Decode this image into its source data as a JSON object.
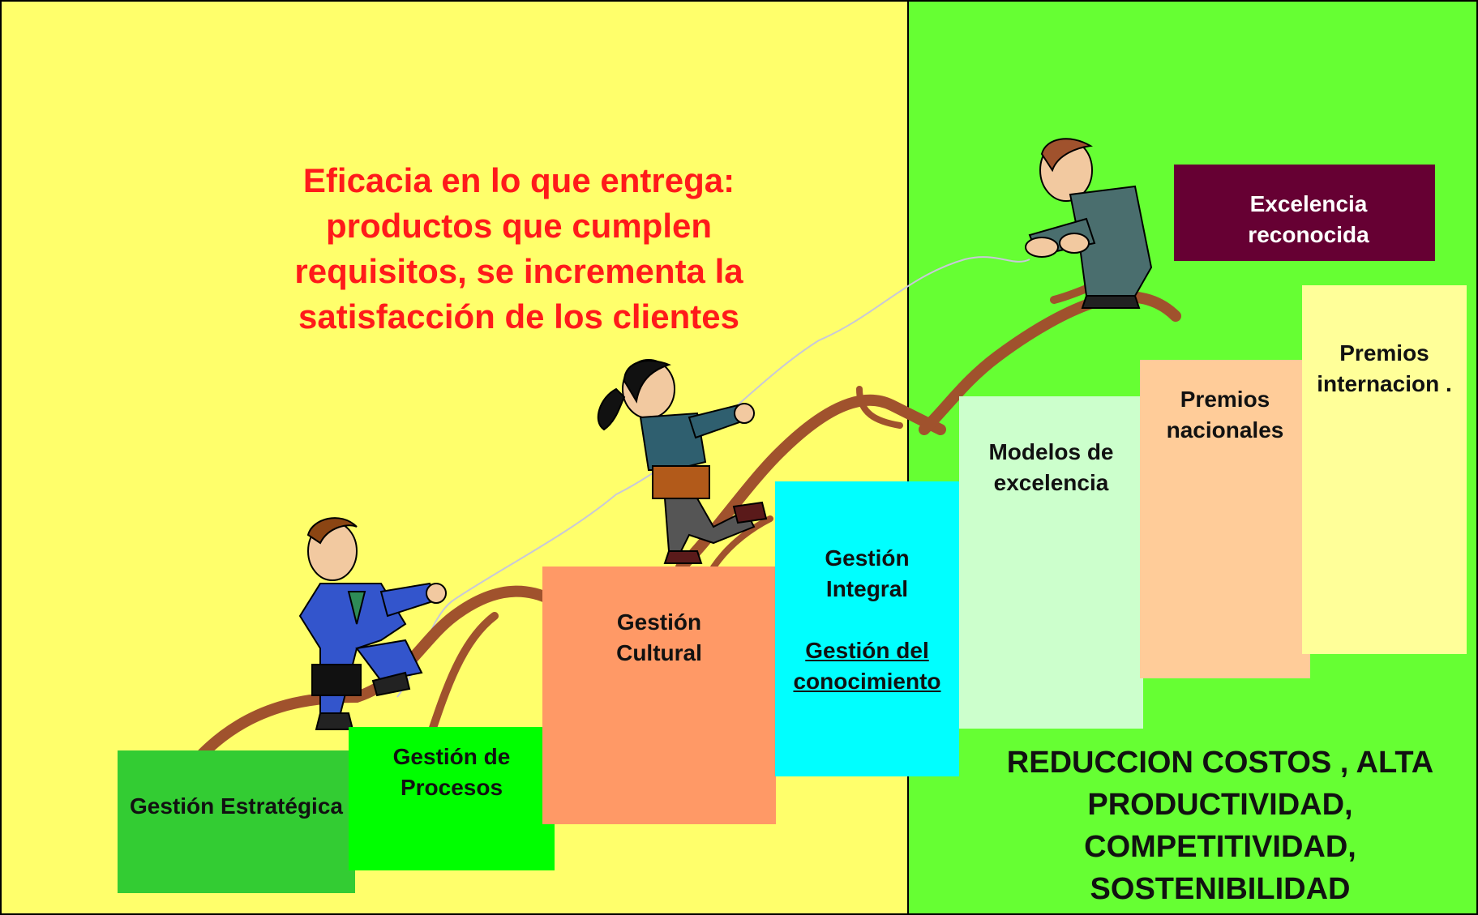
{
  "title": "Eficacia en lo que entrega: productos que cumplen requisitos, se incrementa la satisfacción de los clientes",
  "steps": [
    {
      "label": "Gestión Estratégica",
      "color": "#33cc33"
    },
    {
      "label": "Gestión de Procesos",
      "color": "#00ff00"
    },
    {
      "label": "Gestión Cultural",
      "color": "#ff9966"
    },
    {
      "label": "Gestión Integral",
      "sublabel": "Gestión del conocimiento",
      "color": "#00ffff"
    },
    {
      "label": "Modelos de excelencia",
      "color": "#ccffcc"
    },
    {
      "label": "Premios nacionales",
      "color": "#ffcc99"
    },
    {
      "label": "Premios internacion .",
      "color": "#ffff99"
    }
  ],
  "award": {
    "label": "Excelencia reconocida",
    "color": "#660033"
  },
  "bottom_text": "REDUCCION COSTOS , ALTA PRODUCTIVIDAD, COMPETITIVIDAD, SOSTENIBILIDAD",
  "colors": {
    "left_background": "#ffff6b",
    "right_background": "#66ff33",
    "title_text": "#ff1a1a",
    "path": "#a0522d"
  },
  "figures": [
    "businessman-climbing-icon",
    "businesswoman-climbing-icon",
    "businessman-at-top-icon"
  ]
}
